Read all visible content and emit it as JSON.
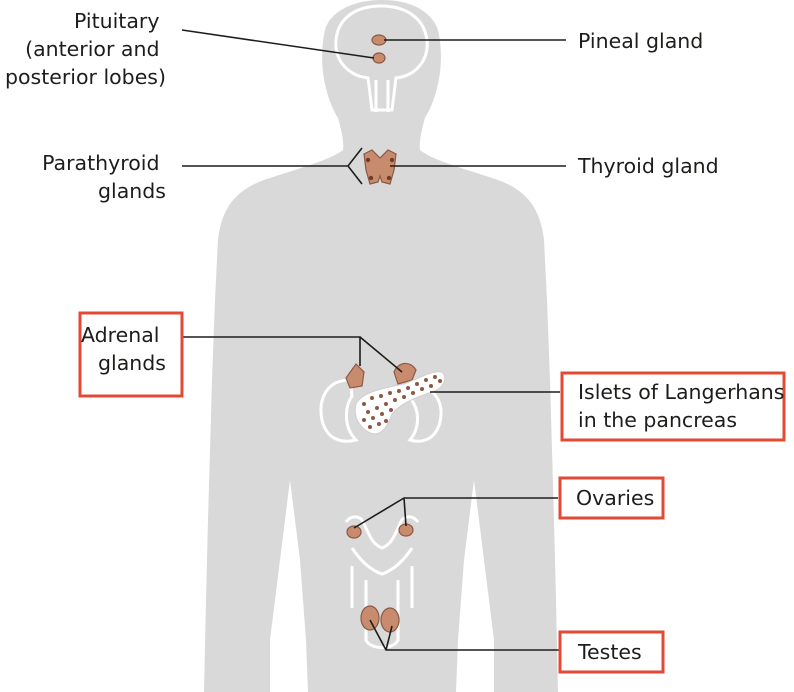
{
  "labels": {
    "pituitary": [
      "Pituitary",
      "(anterior and",
      "posterior lobes)"
    ],
    "pineal": [
      "Pineal gland"
    ],
    "parathyroid": [
      "Parathyroid",
      "glands"
    ],
    "thyroid": [
      "Thyroid gland"
    ],
    "adrenal": [
      "Adrenal",
      "glands"
    ],
    "islets": [
      "Islets of Langerhans",
      "in the pancreas"
    ],
    "ovaries": [
      "Ovaries"
    ],
    "testes": [
      "Testes"
    ]
  },
  "colors": {
    "body": "#d9d9d9",
    "gland": "#c98b6e",
    "highlight": "#e34a33",
    "text": "#1d1d1b"
  }
}
